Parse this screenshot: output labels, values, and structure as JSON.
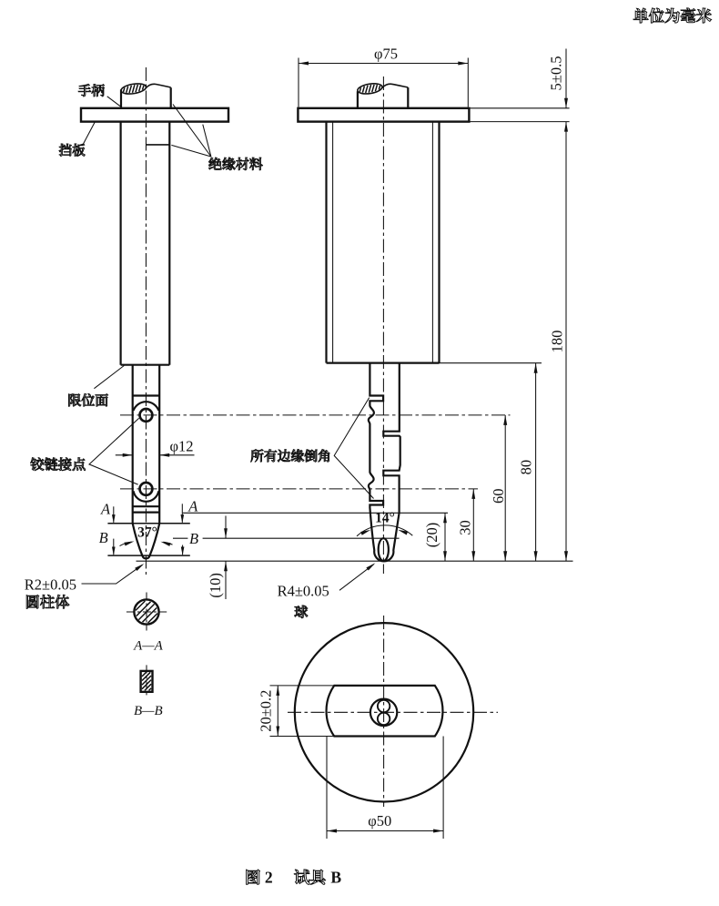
{
  "unit_note": "单位为毫米",
  "caption": {
    "full": "图 2  试具 B",
    "figure_no": "2",
    "title_latin": "B",
    "figure": "图 2",
    "title": "试具 B"
  },
  "labels": {
    "handle": "手柄",
    "guard": "挡板",
    "insulation": "绝缘材料",
    "stop_face": "限位面",
    "hinge": "铰链接点",
    "chamfer": "所有边缘倒角",
    "tip_front_shape": "圆柱体",
    "tip_side_shape": "球"
  },
  "dimensions": {
    "plate_diameter": "φ75",
    "plate_thickness": "5±0.5",
    "total_length": "180",
    "len_80": "80",
    "len_60": "60",
    "len_30": "30",
    "len_20": "(20)",
    "len_10": "(10)",
    "finger_diameter": "φ12",
    "tip_angle_front": "37°",
    "tip_angle_side": "14°",
    "tip_radius_front": "R2±0.05",
    "tip_radius_side": "R4±0.05",
    "slot_width": "20±0.2",
    "slot_length": "φ50"
  },
  "sections": {
    "aa": "A—A",
    "bb": "B—B",
    "letter_a": "A",
    "letter_b": "B"
  },
  "colors": {
    "line": "#111111",
    "background": "#ffffff"
  }
}
